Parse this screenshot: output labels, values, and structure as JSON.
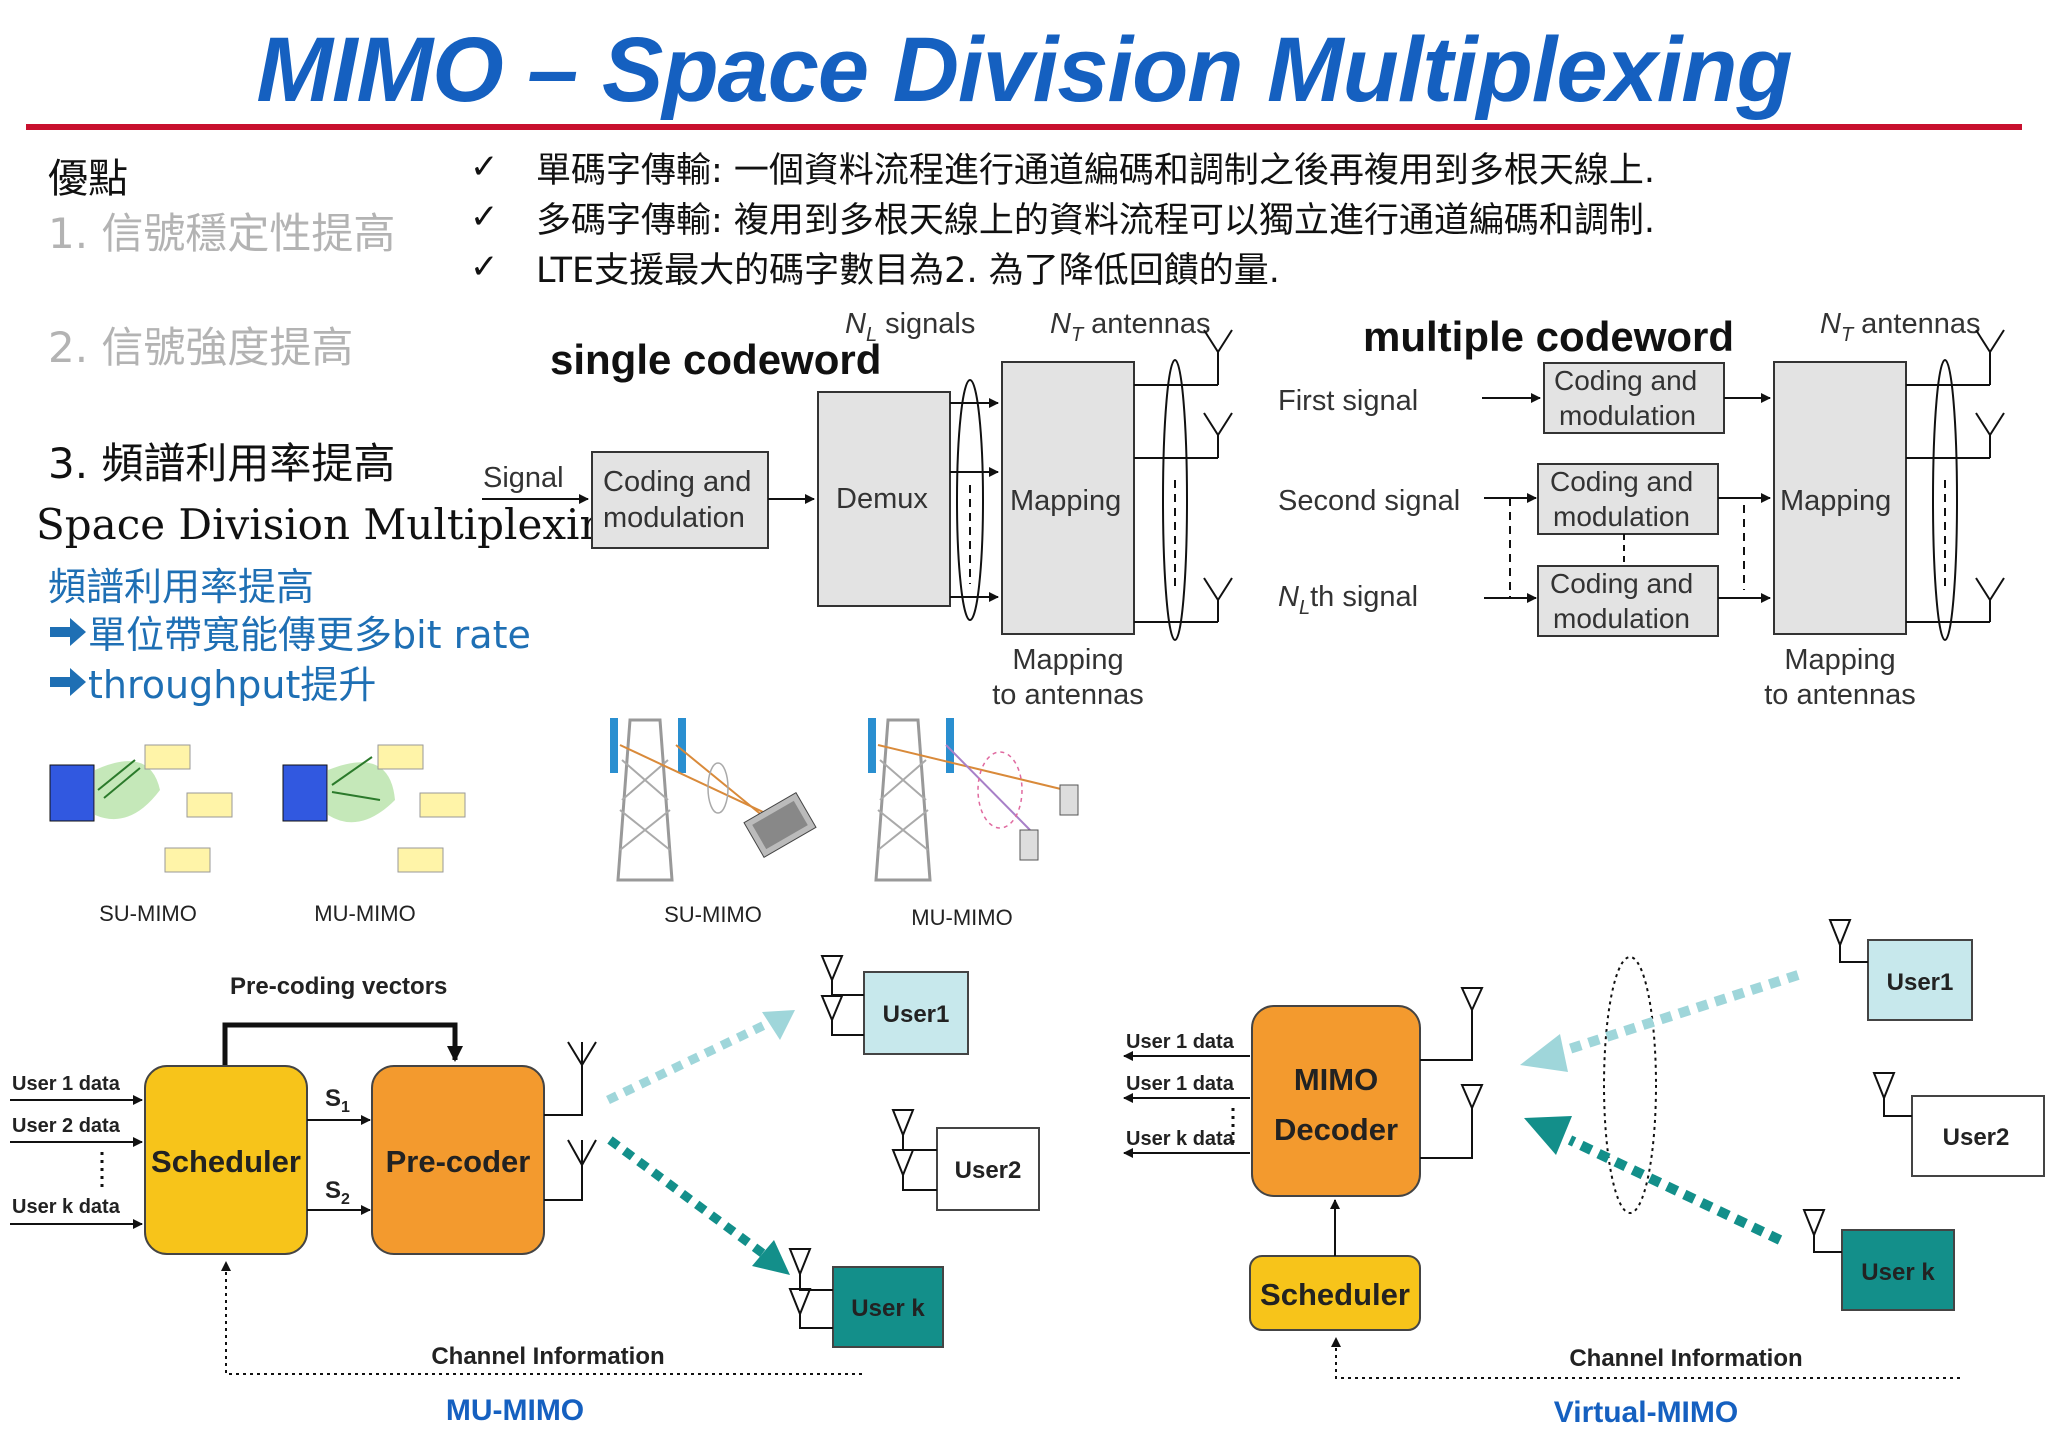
{
  "title": "MIMO – Space Division Multiplexing",
  "left": {
    "heading": "優點",
    "item1": "1.   信號穩定性提高",
    "item2": "2. 信號強度提高",
    "item3": "3. 頻譜利用率提高",
    "sdm": "Space Division Multiplexing",
    "sdm_sub": "頻譜利用率提高",
    "arrow1": "單位帶寬能傳更多bit rate",
    "arrow2": "throughput提升"
  },
  "checks": [
    "單碼字傳輸: 一個資料流程進行通道編碼和調制之後再複用到多根天線上.",
    "多碼字傳輸: 複用到多根天線上的資料流程可以獨立進行通道編碼和調制.",
    "LTE支援最大的碼字數目為2. 為了降低回饋的量."
  ],
  "single": {
    "title": "single codeword",
    "nl_signals": "signals",
    "nt_antennas": "antennas",
    "signal": "Signal",
    "coding1": "Coding and",
    "coding2": "modulation",
    "demux": "Demux",
    "mapping": "Mapping",
    "map_ant1": "Mapping",
    "map_ant2": "to antennas"
  },
  "multi": {
    "title": "multiple codeword",
    "nt_antennas": "antennas",
    "first": "First signal",
    "second": "Second signal",
    "nth": "th signal",
    "coding1": "Coding and",
    "coding2": "modulation",
    "mapping": "Mapping",
    "map_ant1": "Mapping",
    "map_ant2": "to antennas"
  },
  "sym": {
    "NL": "N",
    "NLsub": "L",
    "NT": "N",
    "NTsub": "T"
  },
  "icons_labels": {
    "su": "SU-MIMO",
    "mu": "MU-MIMO"
  },
  "mu": {
    "precoding": "Pre-coding vectors",
    "user1data": "User 1 data",
    "user2data": "User 2 data",
    "userkdata": "User k data",
    "scheduler": "Scheduler",
    "precoder": "Pre-coder",
    "s1": "S",
    "s1sub": "1",
    "s2": "S",
    "s2sub": "2",
    "user1": "User1",
    "user2": "User2",
    "userk": "User k",
    "channel": "Channel Information",
    "caption": "MU-MIMO"
  },
  "vm": {
    "user1data_a": "User 1 data",
    "user1data_b": "User 1 data",
    "userkdata": "User k data",
    "decoder1": "MIMO",
    "decoder2": "Decoder",
    "scheduler": "Scheduler",
    "user1": "User1",
    "user2": "User2",
    "userk": "User k",
    "channel": "Channel Information",
    "caption": "Virtual-MIMO"
  },
  "colors": {
    "title": "#1560c0",
    "rule": "#c8102e",
    "scheduler": "#f7c41a",
    "precoder": "#f39a2e",
    "cyan": "#c7e8ec",
    "teal": "#138f8a",
    "blue_box": "#3158e0"
  }
}
